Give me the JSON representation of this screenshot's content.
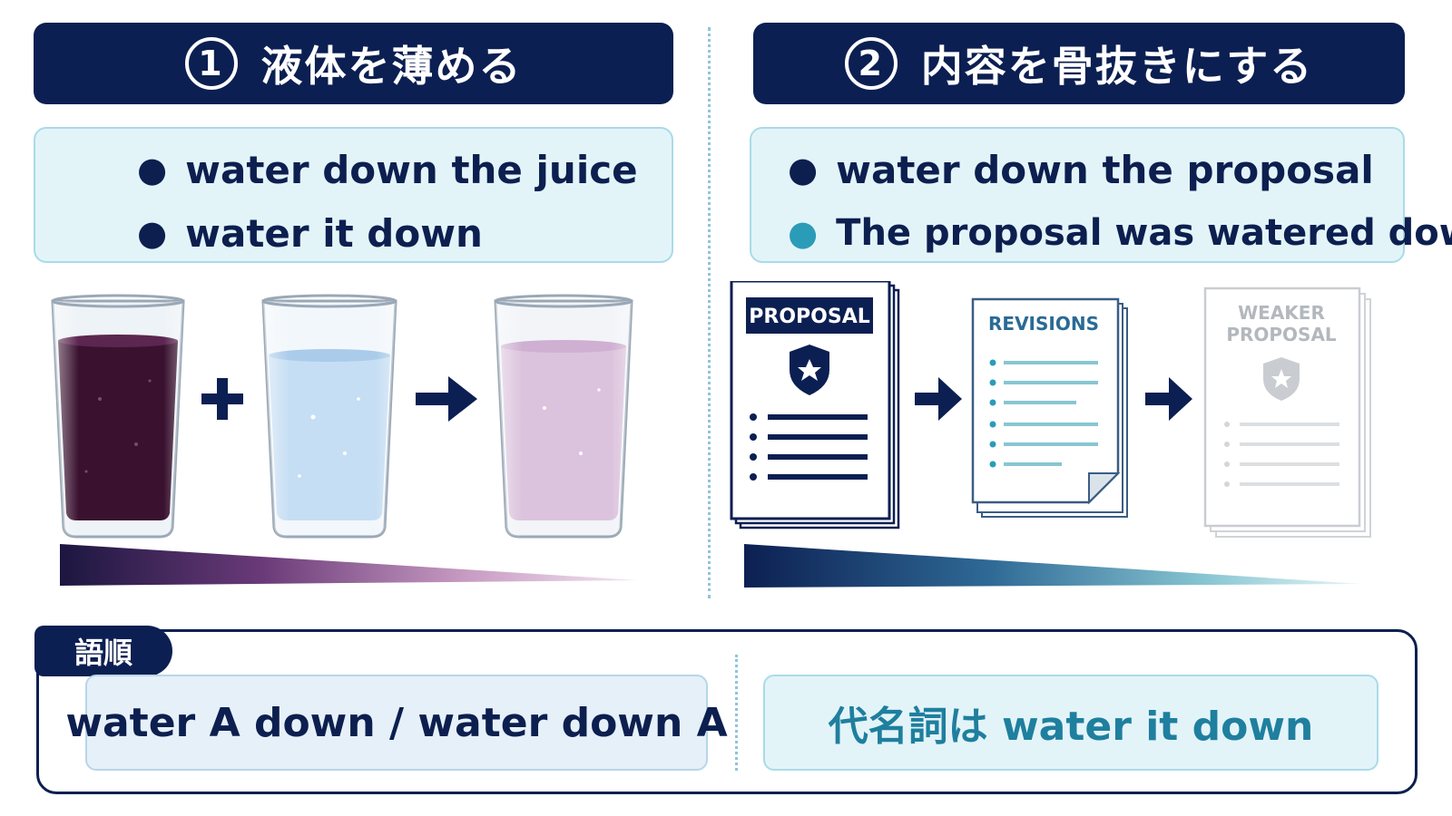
{
  "sections": [
    {
      "number": "1",
      "title": "液体を薄める",
      "examples": [
        "water down the juice",
        "water it down"
      ]
    },
    {
      "number": "2",
      "title": "内容を骨抜きにする",
      "examples": [
        "water down the proposal",
        "The proposal was watered down."
      ]
    }
  ],
  "documents": {
    "original_label": "PROPOSAL",
    "revised_label": "REVISIONS",
    "weaker_label_line1": "WEAKER",
    "weaker_label_line2": "PROPOSAL"
  },
  "word_order": {
    "tag": "語順",
    "rule_left": "water A down / water down A",
    "rule_right": "代名詞は water it down"
  },
  "colors": {
    "navy": "#0c1f52",
    "light_blue": "#e3f4f9",
    "teal": "#2a9cb8",
    "grape": "#3a1230",
    "diluted": "#dcc3dd"
  }
}
